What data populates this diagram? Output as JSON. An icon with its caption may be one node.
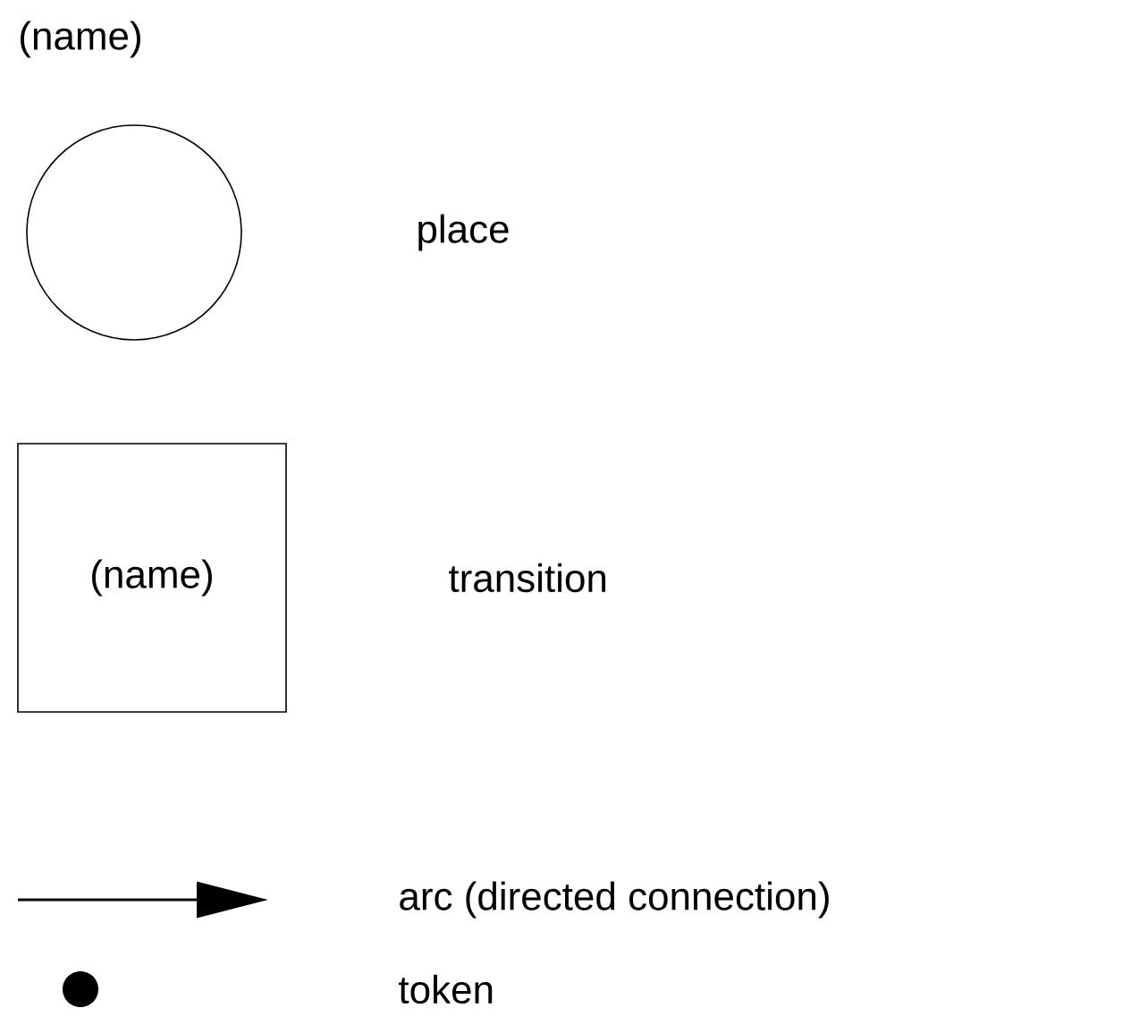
{
  "diagram": {
    "nodes": [
      {
        "text": [
          "(name)"
        ]
      },
      {
        "text": [
          "(name)"
        ]
      }
    ],
    "labels": [
      "place",
      "transition"
    ],
    "legend": [
      {
        "text": "arc (directed connection)"
      },
      {
        "text": "token"
      }
    ]
  }
}
